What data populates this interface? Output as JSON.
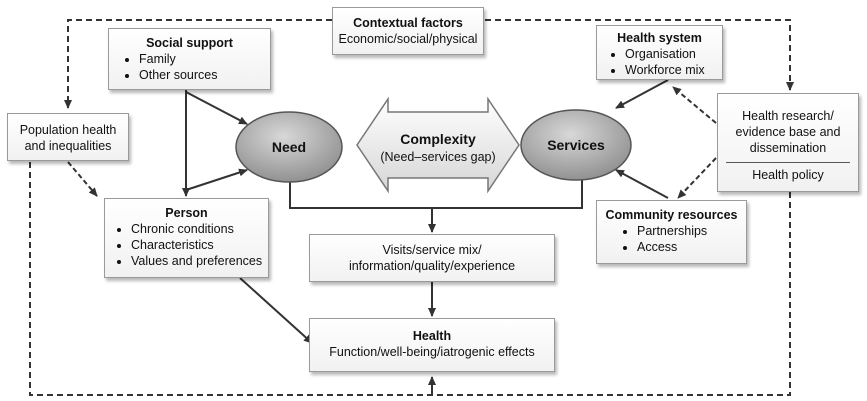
{
  "contextual": {
    "title": "Contextual factors",
    "subtitle": "Economic/social/physical"
  },
  "social_support": {
    "title": "Social support",
    "items": [
      "Family",
      "Other sources"
    ]
  },
  "population": {
    "line1": "Population health",
    "line2": "and inequalities"
  },
  "person": {
    "title": "Person",
    "items": [
      "Chronic conditions",
      "Characteristics",
      "Values and preferences"
    ]
  },
  "need": "Need",
  "complexity": {
    "title": "Complexity",
    "subtitle": "(Need–services gap)"
  },
  "services": "Services",
  "health_system": {
    "title": "Health system",
    "items": [
      "Organisation",
      "Workforce mix"
    ]
  },
  "research": {
    "lines": [
      "Health research/",
      "evidence base and",
      "dissemination"
    ],
    "policy": "Health policy"
  },
  "community": {
    "title": "Community resources",
    "items": [
      "Partnerships",
      "Access"
    ]
  },
  "visits": {
    "line1": "Visits/service mix/",
    "line2": "information/quality/experience"
  },
  "health": {
    "title": "Health",
    "subtitle": "Function/well-being/iatrogenic effects"
  }
}
